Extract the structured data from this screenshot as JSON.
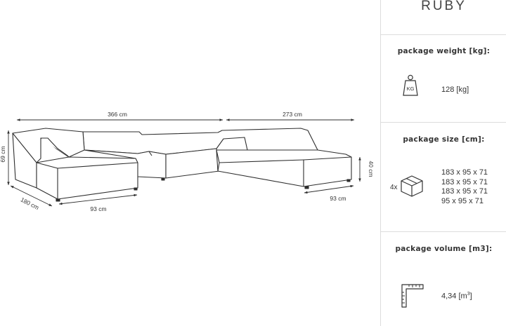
{
  "brand": "RUBY",
  "dimensions": {
    "width_total": "366 cm",
    "width_right": "273 cm",
    "height": "69 cm",
    "depth": "180 cm",
    "chaise_left": "93 cm",
    "seat_height": "40 cm",
    "chaise_right": "93 cm"
  },
  "weight": {
    "heading": "package weight [kg]:",
    "icon": "kg-weight-icon",
    "icon_label": "KG",
    "value": "128 [kg]"
  },
  "size": {
    "heading": "package size [cm]:",
    "icon": "box-icon",
    "quantity": "4x",
    "items": [
      "183 x 95 x 71",
      "183 x 95 x 71",
      "183 x 95 x 71",
      "95 x 95 x 71"
    ]
  },
  "volume": {
    "heading": "package volume [m3]:",
    "icon": "ruler-corner-icon",
    "value": "4,34 [m",
    "unit_sup": "3",
    "close": "]"
  },
  "colors": {
    "line": "#2e2e2e",
    "text": "#333333",
    "divider": "#dcdcdc"
  }
}
